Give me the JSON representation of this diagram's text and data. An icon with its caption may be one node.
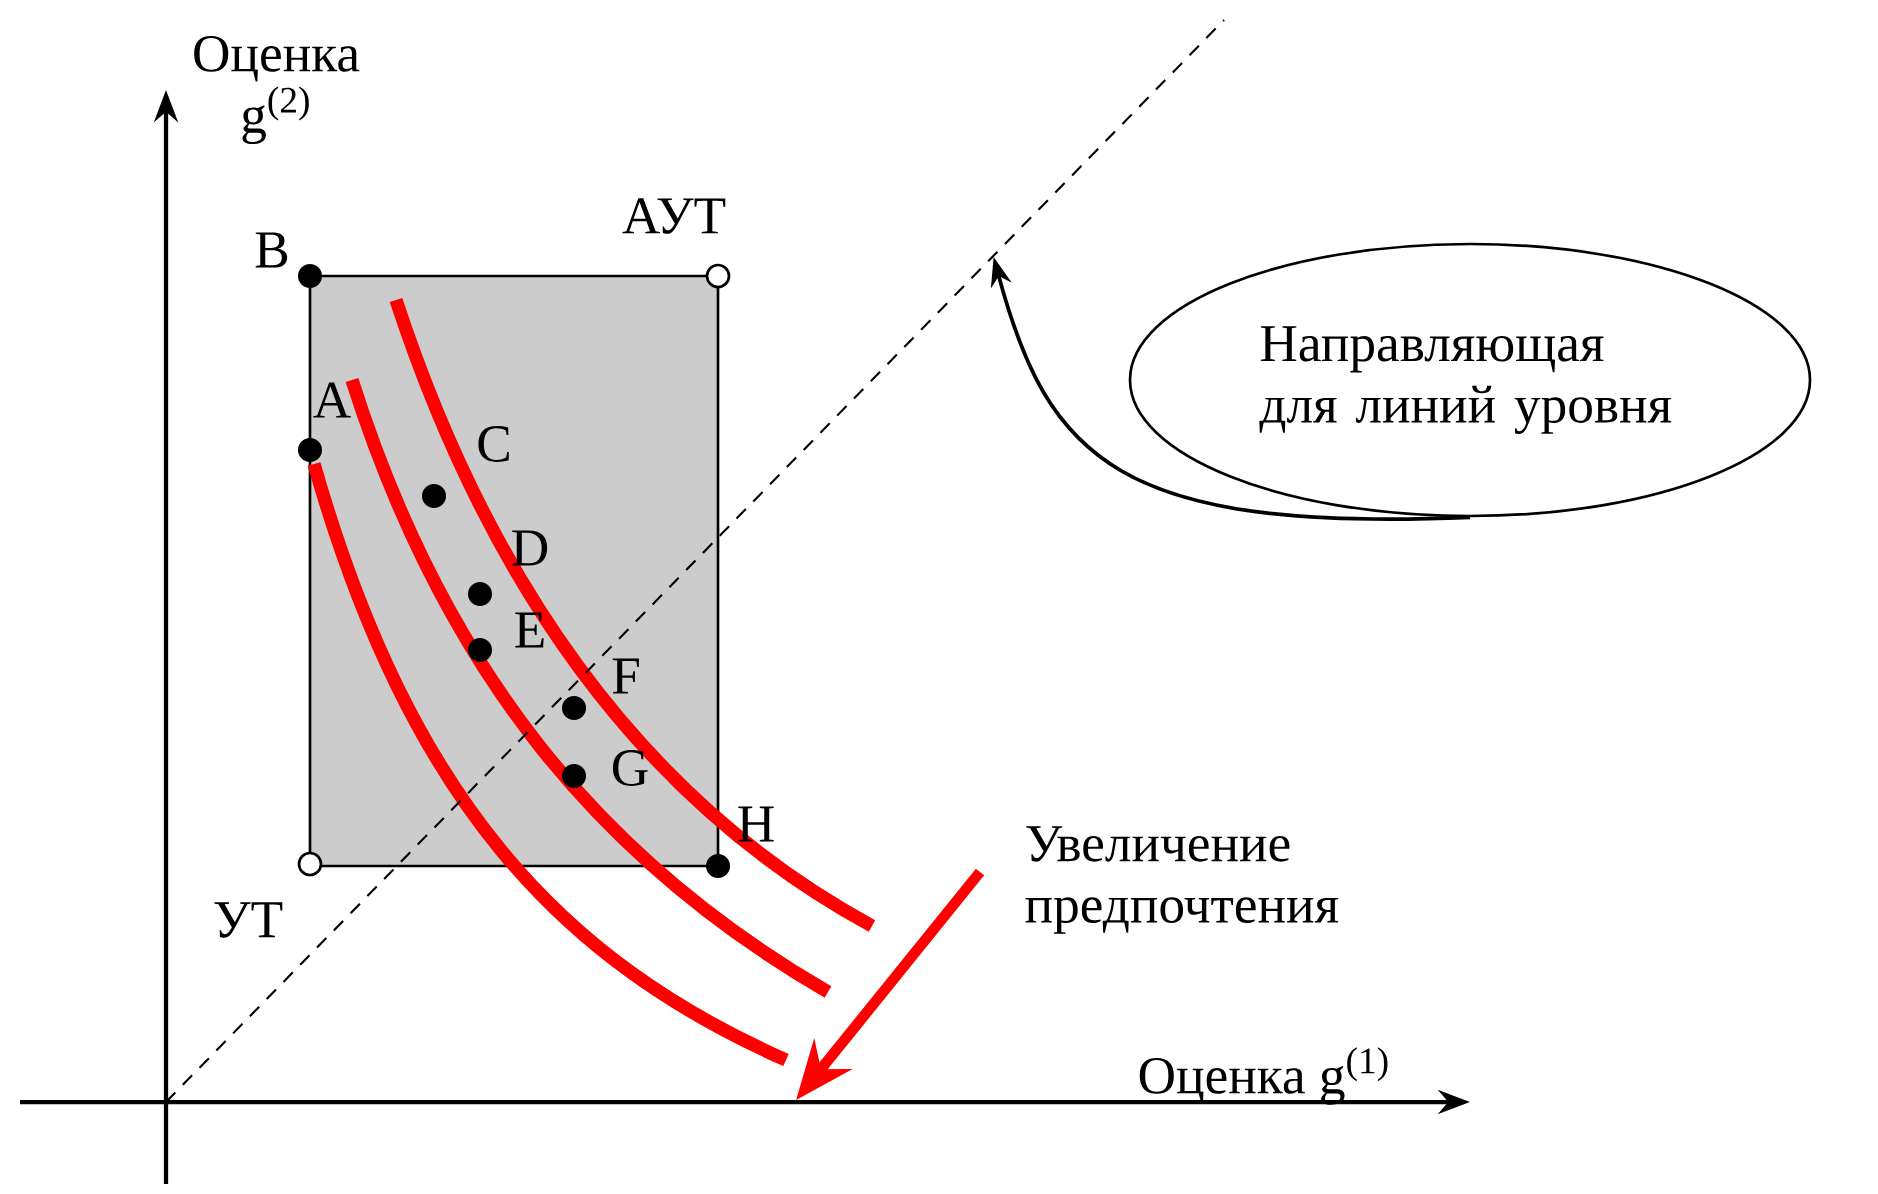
{
  "diagram": {
    "nodes": [
      {
        "text": [
          "Направляющая для линий уровня"
        ]
      },
      {
        "text": [],
        "shape": "line"
      }
    ],
    "edges": [
      {
        "from": 0,
        "to": 1,
        "arrow": "to"
      }
    ],
    "labels": [
      "Оценка g$^{(2)}$",
      "B",
      "АУТ",
      "A",
      "C",
      "D",
      "E",
      "F",
      "G",
      "H",
      "УТ",
      "Увеличение предпочтения",
      "Оценка g$^{(1)}$"
    ]
  }
}
